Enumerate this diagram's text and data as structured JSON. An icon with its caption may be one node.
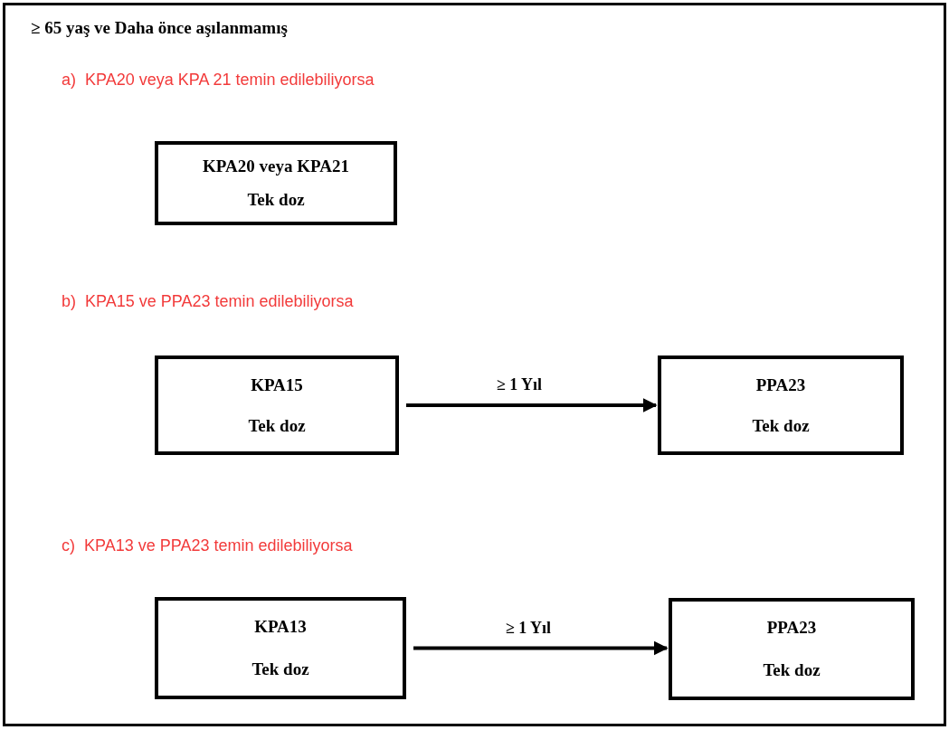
{
  "diagram": {
    "nodes": [
      {
        "text": [
          "≥ 65 yaş ve Daha önce aşılanmamış"
        ]
      },
      {
        "text": [
          "KPA20 veya KPA21",
          "Tek doz"
        ],
        "in": 0
      },
      {
        "text": [
          "KPA15",
          "Tek doz"
        ],
        "in": 0
      },
      {
        "text": [
          "PPA23",
          "Tek doz"
        ],
        "in": 0
      },
      {
        "text": [
          "KPA13",
          "Tek doz"
        ],
        "in": 0
      },
      {
        "text": [
          "PPA23",
          "Tek doz"
        ],
        "in": 0
      }
    ],
    "edges": [
      {
        "from": 2,
        "to": 3,
        "arrow": "to",
        "label": "≥ 1 Yıl"
      },
      {
        "from": 4,
        "to": 5,
        "arrow": "to",
        "label": "≥ 1 Yıl"
      }
    ],
    "labels": [
      "a) KPA20 veya KPA 21 temin edilebiliyorsa",
      "b) KPA15 ve PPA23 temin edilebiliyorsa",
      "c) KPA13 ve PPA23 temin edilebiliyorsa"
    ]
  }
}
